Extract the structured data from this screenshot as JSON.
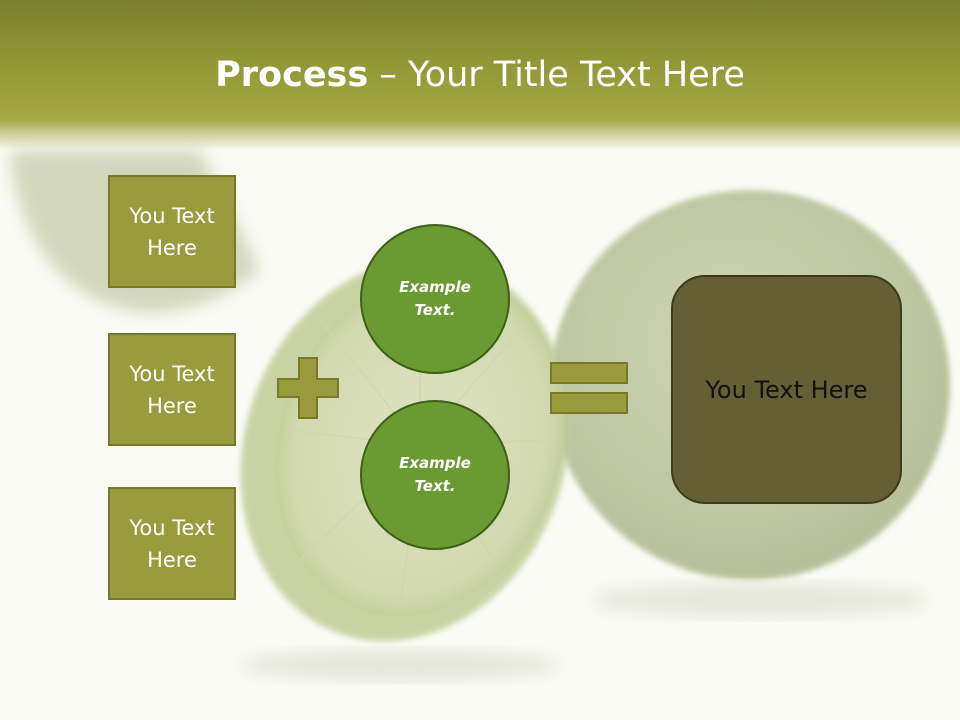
{
  "title": {
    "bold_part": "Process",
    "rest_part": " – Your Title Text Here"
  },
  "left_boxes": [
    {
      "label": "You Text\nHere"
    },
    {
      "label": "You Text\nHere"
    },
    {
      "label": "You Text\nHere"
    }
  ],
  "circles": [
    {
      "label": "Example\nText."
    },
    {
      "label": "Example\nText."
    }
  ],
  "result": {
    "label": "You Text Here"
  },
  "colors": {
    "title_band": "#939936",
    "box_fill": "#9a9b3c",
    "circle_fill": "#6a9a32",
    "result_fill": "#645f34",
    "operator_fill": "#9a9b3c"
  },
  "icons": {
    "plus": "plus-icon",
    "equals": "equals-icon"
  }
}
